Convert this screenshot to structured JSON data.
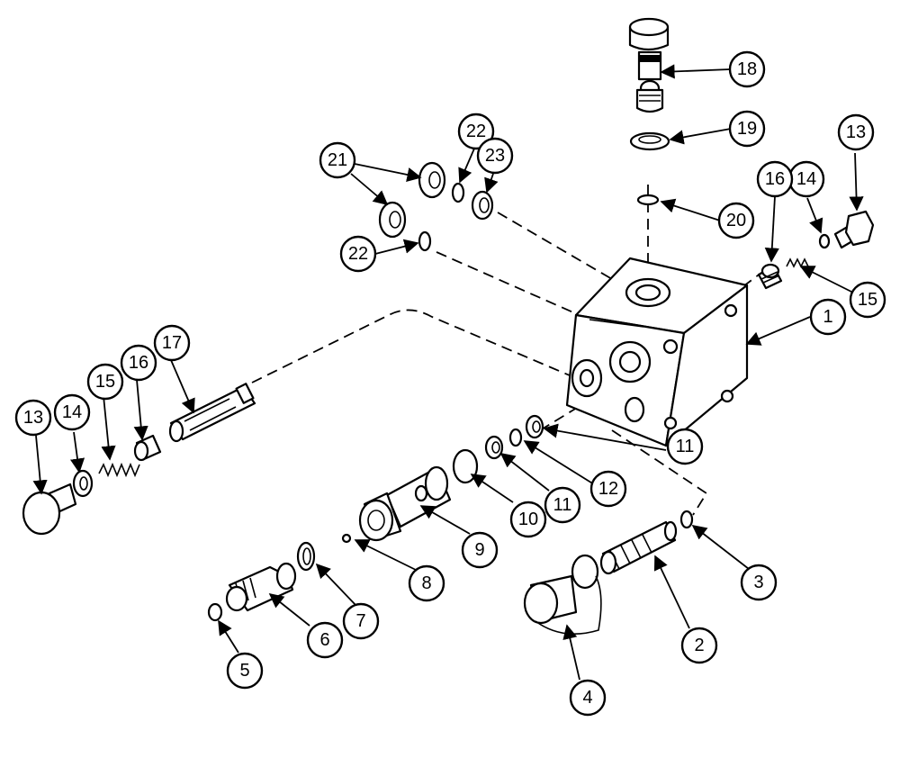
{
  "callouts": [
    {
      "label": "1"
    },
    {
      "label": "2"
    },
    {
      "label": "3"
    },
    {
      "label": "4"
    },
    {
      "label": "5"
    },
    {
      "label": "6"
    },
    {
      "label": "7"
    },
    {
      "label": "8"
    },
    {
      "label": "9"
    },
    {
      "label": "10"
    },
    {
      "label": "11"
    },
    {
      "label": "11"
    },
    {
      "label": "12"
    },
    {
      "label": "13"
    },
    {
      "label": "13"
    },
    {
      "label": "14"
    },
    {
      "label": "14"
    },
    {
      "label": "15"
    },
    {
      "label": "15"
    },
    {
      "label": "16"
    },
    {
      "label": "16"
    },
    {
      "label": "17"
    },
    {
      "label": "18"
    },
    {
      "label": "19"
    },
    {
      "label": "20"
    },
    {
      "label": "21"
    },
    {
      "label": "22"
    },
    {
      "label": "22"
    },
    {
      "label": "23"
    }
  ]
}
